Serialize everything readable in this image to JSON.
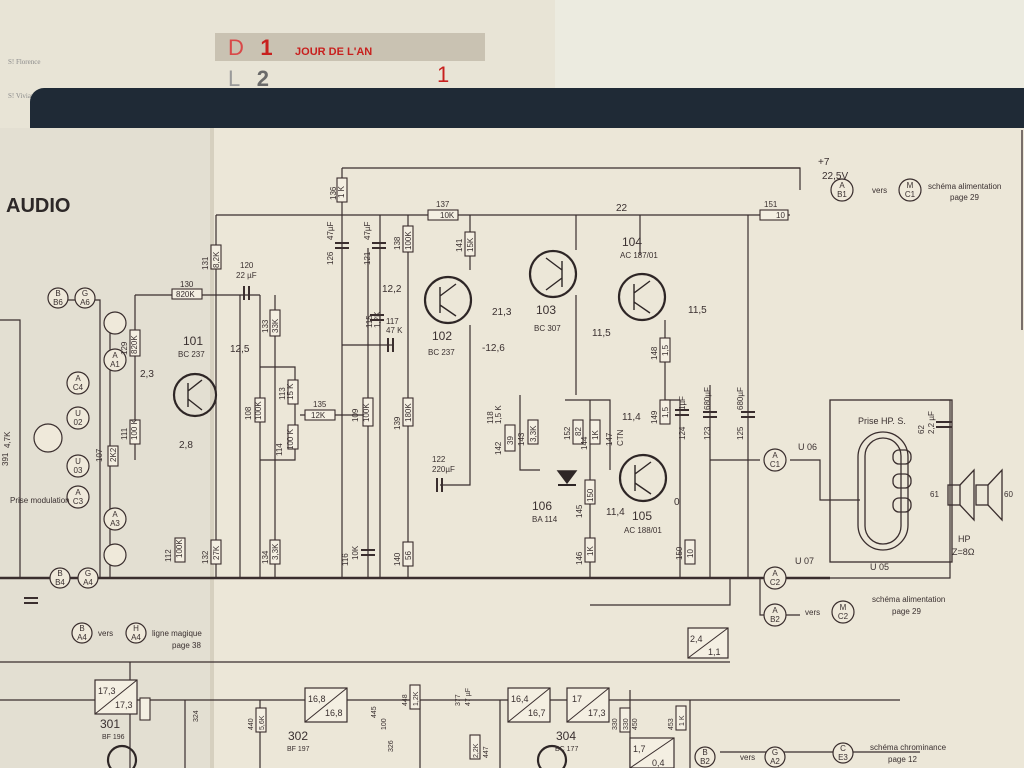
{
  "calendar": {
    "row1": {
      "letter": "D",
      "day": "1",
      "holiday": "JOUR DE L'AN",
      "mark": "1"
    },
    "row2": {
      "letter": "L",
      "day": "2"
    },
    "notes": [
      "S! Florence",
      "S! Viviane"
    ]
  },
  "schematic": {
    "section_title": "AUDIO",
    "transistors": [
      {
        "ref": "101",
        "type": "BC 237"
      },
      {
        "ref": "102",
        "type": "BC 237"
      },
      {
        "ref": "103",
        "type": "BC 307"
      },
      {
        "ref": "104",
        "type": "AC 187/01"
      },
      {
        "ref": "105",
        "type": "AC 188/01"
      }
    ],
    "diode": {
      "ref": "106",
      "type": "BA 114"
    },
    "components": {
      "r136": "136",
      "r136v": "1 K",
      "r131": "131",
      "r131v": "8,2K",
      "r130": "130",
      "r130v": "820K",
      "c120": "120",
      "c120v": "22 µF",
      "r129": "129",
      "r129v": "820K",
      "r133": "133",
      "r133v": "33K",
      "c115": "115",
      "c115v": "1,2K",
      "c117": "117",
      "c117v": "47 K",
      "c126": "126",
      "c126v": "47µF",
      "c121": "121",
      "c121v": "47µF",
      "r138": "138",
      "r138v": "100K",
      "r137": "137",
      "r137v": "10K",
      "r141": "141",
      "r141v": "15K",
      "r151": "151",
      "r151v": "10",
      "r113": "113",
      "r113v": "15 K",
      "r108": "108",
      "r108v": "100K",
      "r114": "114",
      "r114v": "100 K",
      "r135": "135",
      "r135v": "12K",
      "r109": "109",
      "r109v": "100K",
      "r139": "139",
      "r139v": "180K",
      "r111": "111",
      "r111v": "100 K",
      "r107": "107",
      "r107v": "2K2",
      "c122": "122",
      "c122v": "220µF",
      "r118": "118",
      "r118v": "1,5 K",
      "r142": "142",
      "r142v": "39",
      "r143": "143",
      "r143v": "3,3K",
      "r148": "148",
      "r148v": "1,5",
      "r152": "152",
      "r152v": "82",
      "r144": "144",
      "r144v": "1K",
      "r147": "147",
      "r147v": "CTN",
      "r149": "149",
      "r149v": "1,5",
      "c124": "124",
      "c124v": "1µF",
      "c123": "123",
      "c123v": "680µF",
      "c125": "125",
      "c125v": "680µF",
      "r145": "145",
      "r145v": "150",
      "r146": "146",
      "r146v": "1K",
      "r150": "150",
      "r150v": "10",
      "r112": "112",
      "r112v": "100K",
      "r132": "132",
      "r132v": "27K",
      "r134": "134",
      "r134v": "3,3K",
      "c116": "116",
      "c116v": "10K",
      "r140": "140",
      "r140v": "56",
      "c62": "62",
      "c62v": "2,2 µF"
    },
    "voltages": {
      "v22_5": "22,5V",
      "v7": "+7",
      "v22": "22",
      "v12_5": "12,5",
      "v2_3": "2,3",
      "v2_8": "2,8",
      "v12_2": "12,2",
      "v21_3": "21,3",
      "v11_5a": "11,5",
      "v11_5b": "11,5",
      "v12_6": "-12,6",
      "v11_4a": "11,4",
      "v11_4b": "11,4",
      "v0": "0"
    },
    "connectors": [
      {
        "id": "A B1",
        "top": "A",
        "bottom": "B1"
      },
      {
        "id": "M C1",
        "top": "M",
        "bottom": "C1"
      },
      {
        "id": "B B6",
        "top": "B",
        "bottom": "B6"
      },
      {
        "id": "G A6",
        "top": "G",
        "bottom": "A6"
      },
      {
        "id": "A A1",
        "top": "A",
        "bottom": "A1"
      },
      {
        "id": "A C4",
        "top": "A",
        "bottom": "C4"
      },
      {
        "id": "U O2",
        "top": "U",
        "bottom": "02"
      },
      {
        "id": "U O3",
        "top": "U",
        "bottom": "03"
      },
      {
        "id": "A C3",
        "top": "A",
        "bottom": "C3"
      },
      {
        "id": "A A3",
        "top": "A",
        "bottom": "A3"
      },
      {
        "id": "B B4",
        "top": "B",
        "bottom": "B4"
      },
      {
        "id": "G A4",
        "top": "G",
        "bottom": "A4"
      },
      {
        "id": "B A4",
        "top": "B",
        "bottom": "A4"
      },
      {
        "id": "H A4",
        "top": "H",
        "bottom": "A4"
      },
      {
        "id": "A C1",
        "top": "A",
        "bottom": "C1"
      },
      {
        "id": "A C2",
        "top": "A",
        "bottom": "C2"
      },
      {
        "id": "A B2",
        "top": "A",
        "bottom": "B2"
      },
      {
        "id": "M C2",
        "top": "M",
        "bottom": "C2"
      },
      {
        "id": "B B2",
        "top": "B",
        "bottom": "B2"
      },
      {
        "id": "G A2",
        "top": "G",
        "bottom": "A2"
      },
      {
        "id": "C E3",
        "top": "C",
        "bottom": "E3"
      }
    ],
    "text_labels": {
      "vers1": "vers",
      "alim1": "schéma alimentation",
      "page29a": "page 29",
      "vers2": "vers",
      "alim2": "schéma alimentation",
      "page29b": "page 29",
      "vers3": "vers",
      "magique": "ligne magique",
      "page38": "page 38",
      "vers4": "vers",
      "chrominance": "schéma chrominance",
      "page12": "page 12",
      "prise_modulation": "Prise modulation",
      "prise_hp": "Prise HP. S.",
      "hp": "HP",
      "hp_z": "Z=8Ω",
      "u06": "U 06",
      "u07": "U 07",
      "u05": "U 05",
      "g_a6": "G A6",
      "g_a4": "G A4",
      "u02": "U 02",
      "u03": "U 03",
      "n61": "61",
      "n60": "60",
      "n391": "391",
      "n391v": "4,7K"
    },
    "lower_section": {
      "ref301": "301",
      "type301": "BF 196",
      "ref302": "302",
      "type302": "BF 197",
      "ref304": "304",
      "type304": "BC 177",
      "box1_top": "17,3",
      "box1_bot": "17,3",
      "box2_top": "16,8",
      "box2_bot": "16,8",
      "box3_top": "16,4",
      "box3_bot": "16,7",
      "box4_top": "17",
      "box4_bot": "17,3",
      "box5_top": "2,4",
      "box5_bot": "1,1",
      "box6_top": "1,7",
      "box6_bot": "0,4",
      "r445": "445",
      "r445v": "100",
      "r448": "448",
      "r448v": "1,2K",
      "c377": "377",
      "c377v": "47 µF",
      "r447": "447",
      "r447v": "2,2K",
      "r330": "330",
      "r330v": "330",
      "r450": "450",
      "r453": "453",
      "r453v": "1 K",
      "r324": "324",
      "r440": "440",
      "r440v": "5,6K",
      "r326": "326"
    }
  }
}
